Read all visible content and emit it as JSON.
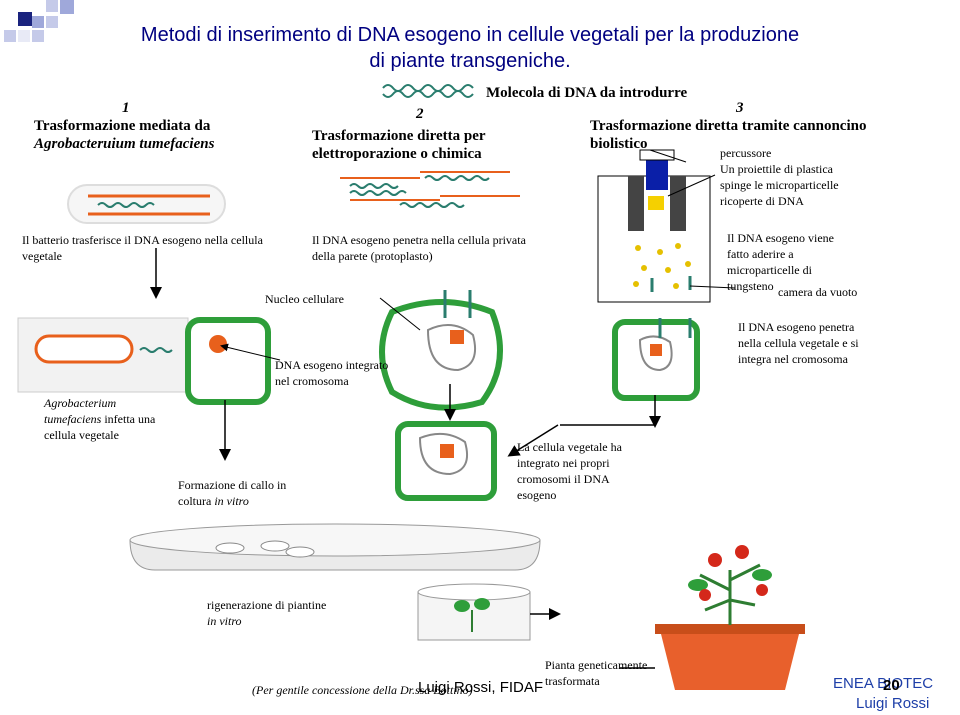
{
  "title": {
    "line1": "Metodi di inserimento di DNA esogeno in cellule vegetali per la produzione",
    "line2": "di piante transgeniche."
  },
  "molecule_label": "Molecola di DNA da introdurre",
  "method1": {
    "number": "1",
    "line1": "Trasformazione mediata da",
    "line2": "Agrobacteruium tumefaciens"
  },
  "method2": {
    "number": "2",
    "line1": "Trasformazione diretta per",
    "line2": "elettroporazione o chimica"
  },
  "method3": {
    "number": "3",
    "line1": "Trasformazione diretta tramite cannoncino",
    "line2": "biolistico"
  },
  "biolistic_text": {
    "percussore": "percussore",
    "l1": "Un proiettile di plastica",
    "l2": "spinge le microparticelle",
    "l3": "ricoperte di DNA"
  },
  "bacterium_text": {
    "l1": "Il  batterio trasferisce il DNA esogeno nella cellula",
    "l2": "vegetale"
  },
  "protoplast_text": {
    "l1": "Il  DNA esogeno penetra nella cellula privata",
    "l2": "della parete (protoplasto)"
  },
  "nucleus_label": "Nucleo cellulare",
  "tungsten_text": {
    "l1": "Il  DNA esogeno viene",
    "l2": "fatto aderire a",
    "l3": "microparticelle di",
    "l4": "tungsteno",
    "vacuum": "camera da vuoto"
  },
  "integrates_text": {
    "l1": "Il  DNA esogeno penetra",
    "l2": "nella cellula vegetale e si",
    "l3": "integra nel cromosoma"
  },
  "integrated_text": {
    "l1": "DNA esogeno integrato",
    "l2": "nel cromosoma"
  },
  "agro_infects": {
    "l1": "Agrobacterium",
    "l2": "tumefaciens",
    "l2b": " infetta una",
    "l3": "cellula vegetale"
  },
  "cell_integrated": {
    "l1": "La cellula vegetale ha",
    "l2": "integrato nei propri",
    "l3": "cromosomi il DNA",
    "l4": "esogeno"
  },
  "callus": {
    "l1": "Formazione di callo in",
    "l2a": "coltura ",
    "l2b": "in vitro"
  },
  "regen": {
    "l1": "rigenerazione di piantine",
    "l2": "in vitro"
  },
  "plant_label": {
    "l1": "Pianta geneticamente",
    "l2": "trasformata"
  },
  "credit": "(Per  gentile concessione della Dr.ssa Bottino)",
  "footer_author": "Luigi Rossi, FIDAF",
  "brand": {
    "line1": "ENEA  BIOTEC",
    "line2": "Luigi Rossi",
    "page": "20"
  },
  "colors": {
    "title": "#000080",
    "deco_dark": "#1a237e",
    "deco_light": "#9fa8da",
    "cell_green": "#2e9e3a",
    "orange": "#e8601c",
    "brand": "#1e3fa8"
  }
}
